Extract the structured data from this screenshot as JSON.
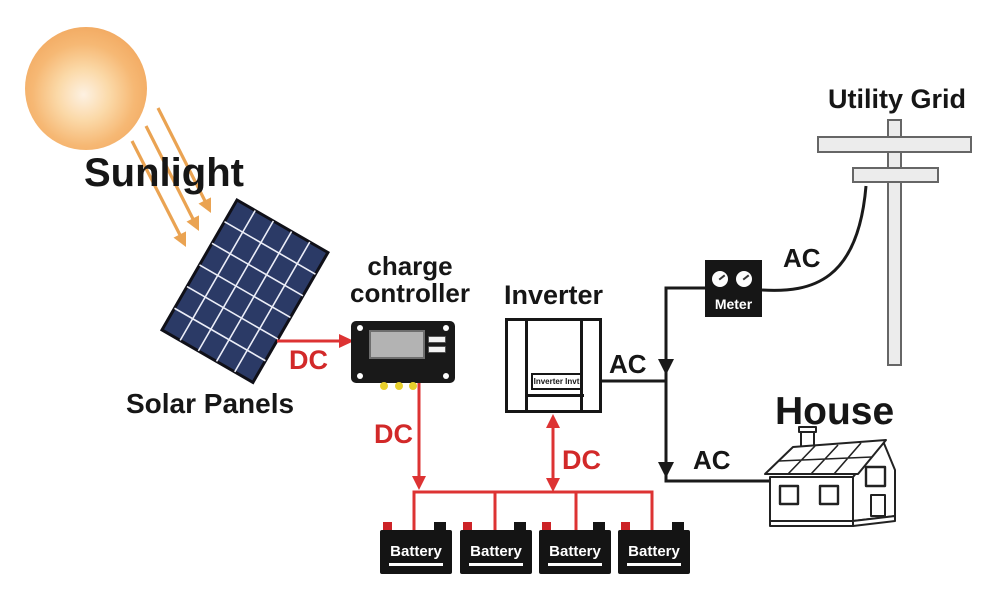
{
  "labels": {
    "sunlight": "Sunlight",
    "solar_panels": "Solar Panels",
    "charge_controller_line1": "charge",
    "charge_controller_line2": "controller",
    "inverter": "Inverter",
    "inverter_device": "Inverter Invt",
    "meter": "Meter",
    "utility_grid": "Utility Grid",
    "house": "House"
  },
  "batteries": [
    "Battery",
    "Battery",
    "Battery",
    "Battery"
  ],
  "flow_labels": {
    "dc_panel_to_controller": "DC",
    "dc_controller_to_battery": "DC",
    "dc_battery_to_inverter": "DC",
    "ac_inverter_out": "AC",
    "ac_meter_to_grid": "AC",
    "ac_to_house": "AC"
  },
  "colors": {
    "dc_wire_red": "#d22929",
    "ac_wire_black": "#1a1a1a",
    "sun_orange": "#efa257",
    "ray_orange": "#eaa352",
    "panel_navy": "#2b3a66",
    "device_black": "#161616",
    "led_yellow": "#e8d02c",
    "pole_gray": "#ececec"
  }
}
